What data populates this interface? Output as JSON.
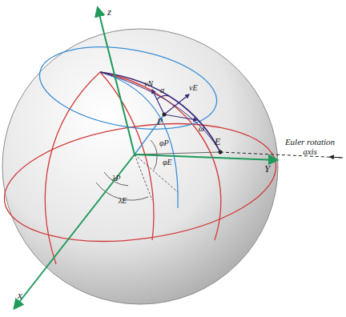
{
  "diagram": {
    "labels": [
      "z",
      "Y",
      "x",
      "P",
      "E",
      "vN",
      "vE",
      "α",
      "ω",
      "φP",
      "φE",
      "λP",
      "λE",
      "Euler rotation axis"
    ]
  }
}
